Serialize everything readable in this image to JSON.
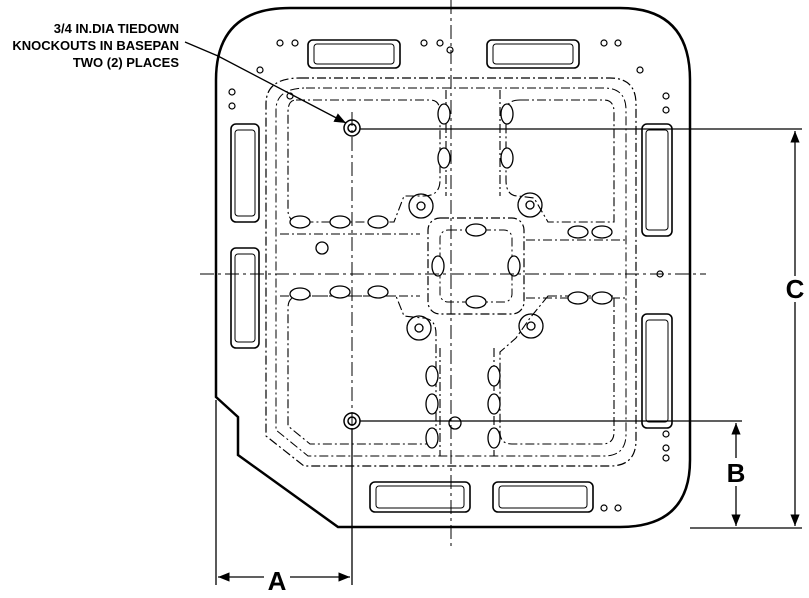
{
  "drawing": {
    "callout": {
      "line1": "3/4 IN.DIA TIEDOWN",
      "line2": "KNOCKOUTS IN BASEPAN",
      "line3": "TWO (2) PLACES"
    },
    "dimensions": {
      "a_label": "A",
      "b_label": "B",
      "c_label": "C"
    },
    "colors": {
      "ink": "#000000",
      "paper": "#ffffff"
    }
  }
}
